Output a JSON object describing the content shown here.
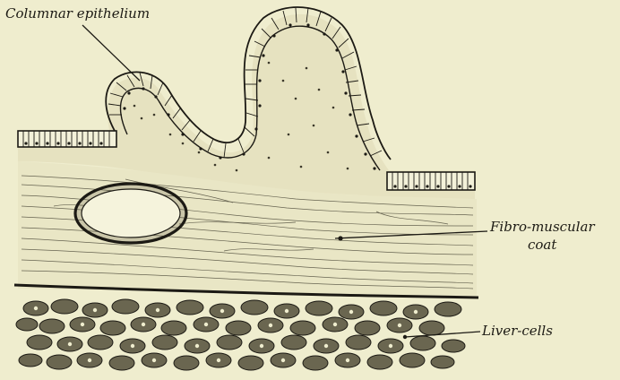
{
  "labels": {
    "columnar_epithelium": "Columnar epithelium",
    "fibro_muscular_line1": "Fibro-muscular",
    "fibro_muscular_line2": "coat",
    "liver_cells": "Liver-cells"
  },
  "colors": {
    "paper": "#efedce",
    "ink": "#1c1a14"
  }
}
